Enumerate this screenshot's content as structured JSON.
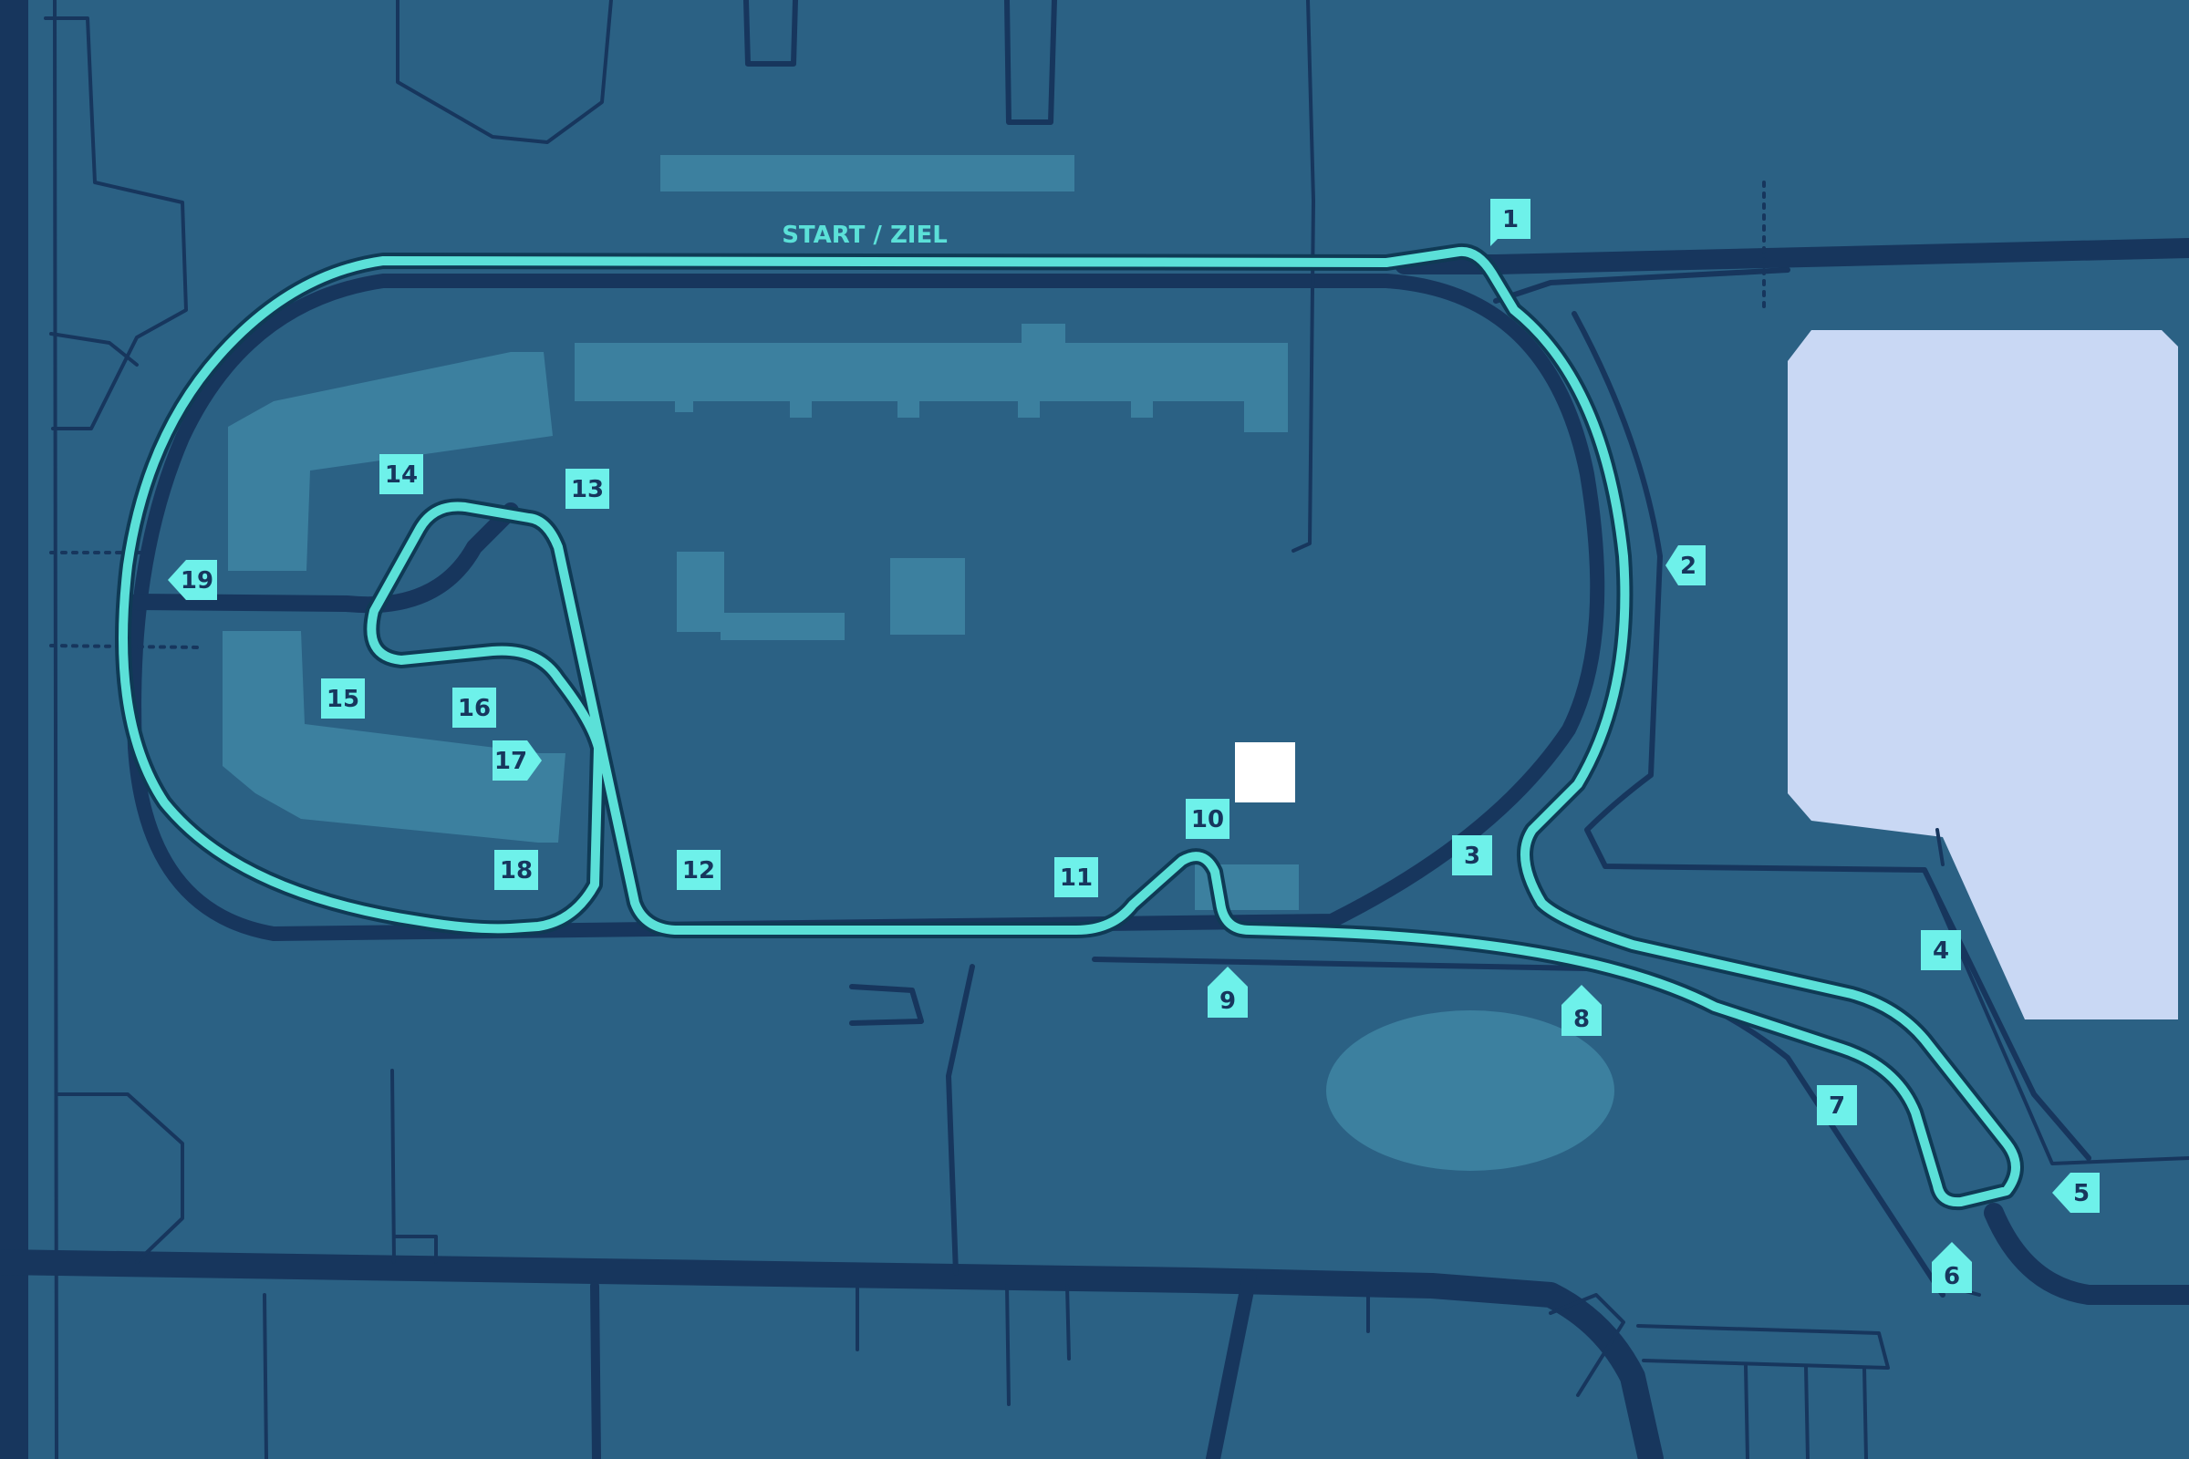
{
  "start_label": "START / ZIEL",
  "colors": {
    "background": "#2b6184",
    "road": "#17365d",
    "building": "#3c809f",
    "track": "#5be0d8",
    "marker": "#6ef1ea",
    "parking": "#c9d8f4"
  },
  "corners": [
    {
      "label": "1",
      "icon": "turn-marker-icon"
    },
    {
      "label": "2",
      "icon": "turn-marker-icon"
    },
    {
      "label": "3",
      "icon": "turn-marker-icon"
    },
    {
      "label": "4",
      "icon": "turn-marker-icon"
    },
    {
      "label": "5",
      "icon": "turn-marker-icon"
    },
    {
      "label": "6",
      "icon": "turn-marker-icon"
    },
    {
      "label": "7",
      "icon": "turn-marker-icon"
    },
    {
      "label": "8",
      "icon": "turn-marker-icon"
    },
    {
      "label": "9",
      "icon": "turn-marker-icon"
    },
    {
      "label": "10",
      "icon": "turn-marker-icon"
    },
    {
      "label": "11",
      "icon": "turn-marker-icon"
    },
    {
      "label": "12",
      "icon": "turn-marker-icon"
    },
    {
      "label": "13",
      "icon": "turn-marker-icon"
    },
    {
      "label": "14",
      "icon": "turn-marker-icon"
    },
    {
      "label": "15",
      "icon": "turn-marker-icon"
    },
    {
      "label": "16",
      "icon": "turn-marker-icon"
    },
    {
      "label": "17",
      "icon": "turn-marker-icon"
    },
    {
      "label": "18",
      "icon": "turn-marker-icon"
    },
    {
      "label": "19",
      "icon": "turn-marker-icon"
    }
  ]
}
